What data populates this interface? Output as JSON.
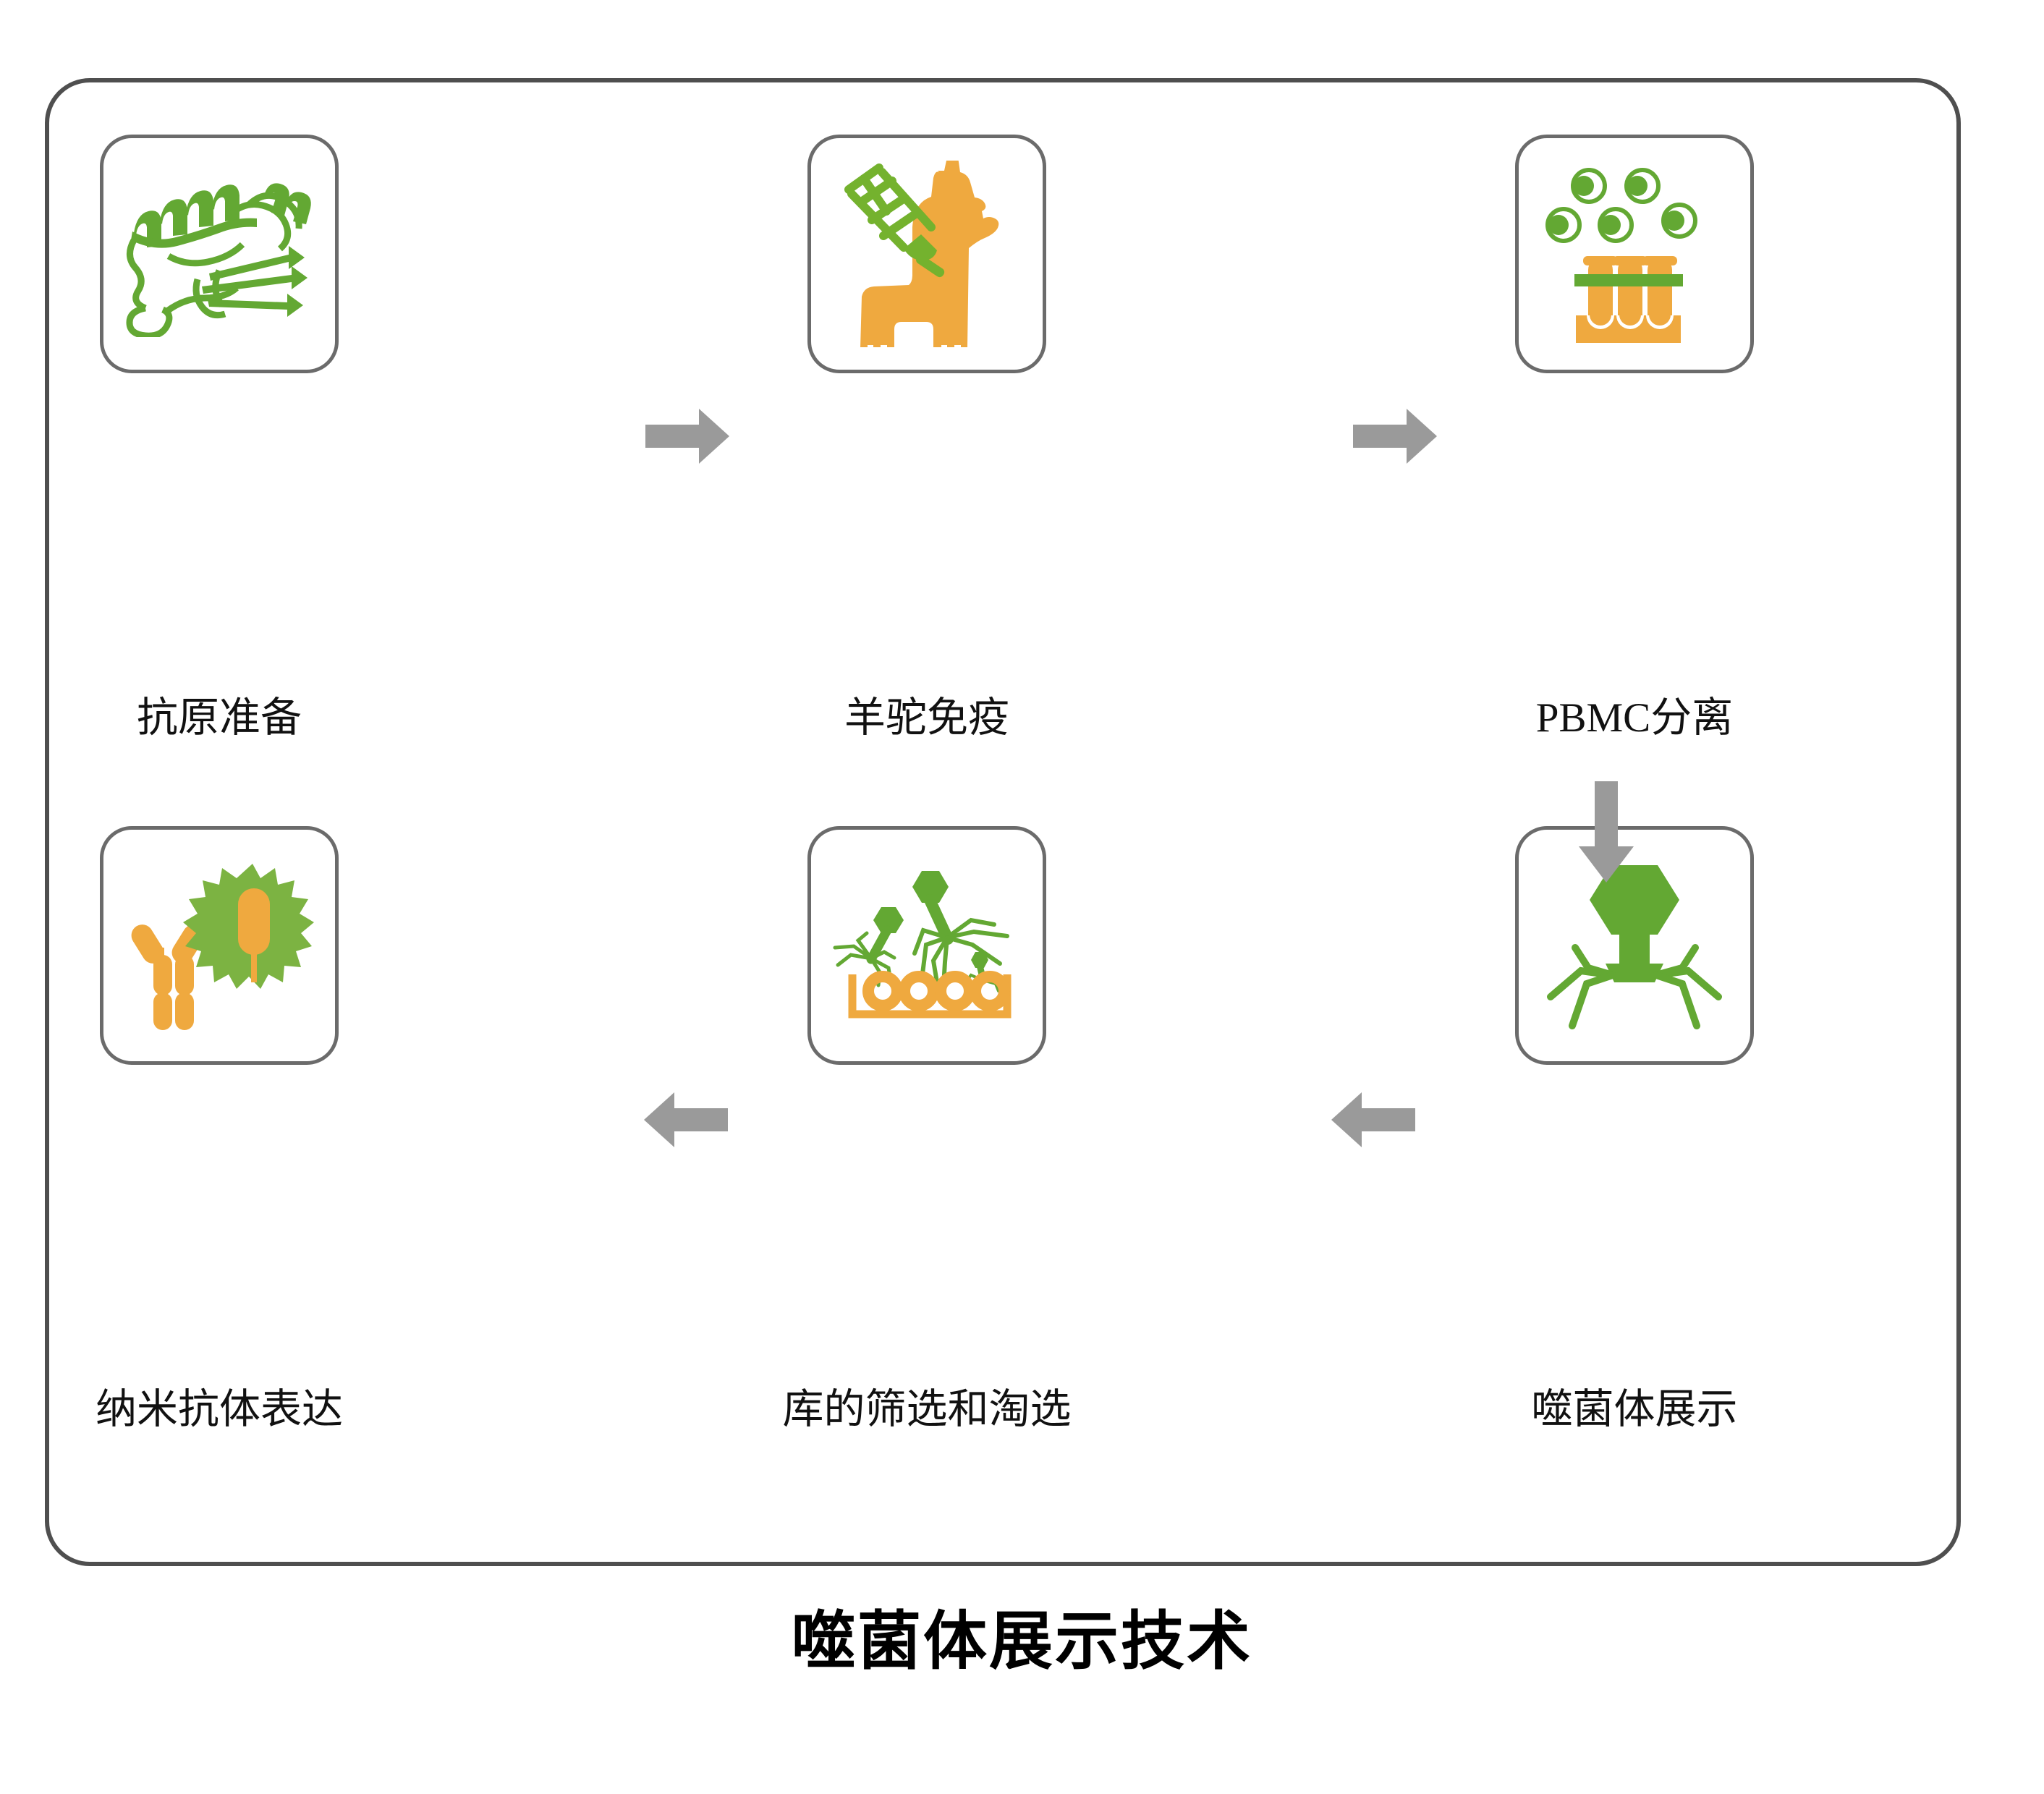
{
  "diagram": {
    "title": "噬菌体展示技术",
    "accent_green": "#63A833",
    "accent_green_light": "#7CB342",
    "accent_orange": "#EFA93F",
    "arrow_gray": "#9A9A9A",
    "frame_stroke": "#4F4F4F",
    "card_stroke": "#6B6B6B",
    "text_color": "#111111"
  },
  "steps": [
    {
      "id": "antigen-preparation",
      "label": "抗原准备",
      "icon": "protein-ribbon-icon",
      "icon_color": "#63A833",
      "order": 1
    },
    {
      "id": "llama-immunization",
      "label": "羊驼免疫",
      "icon": "llama-syringe-icon",
      "icon_color": "#EFA93F",
      "order": 2
    },
    {
      "id": "pbmc-isolation",
      "label": "PBMC分离",
      "icon": "cells-test-tube-rack-icon",
      "icon_color": "#EFA93F",
      "order": 3
    },
    {
      "id": "phage-display",
      "label": "噬菌体展示",
      "icon": "bacteriophage-icon",
      "icon_color": "#63A833",
      "order": 4
    },
    {
      "id": "library-screening-panning",
      "label": "库的筛选和淘选",
      "icon": "phages-binding-well-plate-icon",
      "icon_color": "#63A833",
      "order": 5
    },
    {
      "id": "nanobody-expression",
      "label": "纳米抗体表达",
      "icon": "antibody-and-cell-icon",
      "icon_color": "#EFA93F",
      "order": 6
    }
  ],
  "arrows": [
    {
      "id": "arrow-antigen-to-llama",
      "direction": "right"
    },
    {
      "id": "arrow-llama-to-pbmc",
      "direction": "right"
    },
    {
      "id": "arrow-pbmc-to-phage",
      "direction": "down"
    },
    {
      "id": "arrow-phage-to-library",
      "direction": "left"
    },
    {
      "id": "arrow-library-to-nanobody",
      "direction": "left"
    }
  ]
}
